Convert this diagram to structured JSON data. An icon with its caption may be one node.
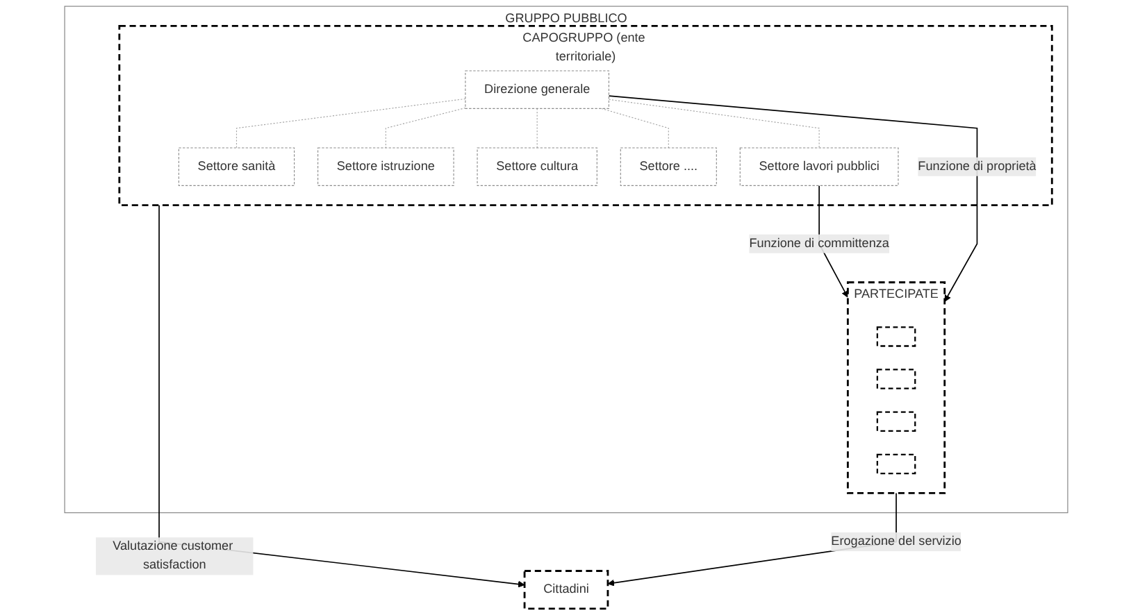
{
  "diagram": {
    "nodes": [
      {
        "text": [
          "GRUPPO PUBBLICO"
        ]
      },
      {
        "text": [
          "CAPOGRUPPO (ente territoriale)"
        ],
        "in": 0
      },
      {
        "text": [
          "Direzione generale"
        ],
        "in": 1
      },
      {
        "text": [
          "Settore lavori pubblici"
        ],
        "in": 1
      },
      {
        "text": [
          "Settore sanità"
        ],
        "in": 1
      },
      {
        "text": [
          "Settore istruzione"
        ],
        "in": 1
      },
      {
        "text": [
          "Settore cultura"
        ],
        "in": 1
      },
      {
        "text": [
          "Settore ...."
        ],
        "in": 1
      },
      {
        "text": [
          "PARTECIPATE"
        ],
        "in": 0
      },
      {
        "text": [],
        "shape": "box",
        "in": 8
      },
      {
        "text": [],
        "shape": "box",
        "in": 8
      },
      {
        "text": [],
        "shape": "box",
        "in": 8
      },
      {
        "text": [],
        "shape": "box",
        "in": 8
      },
      {
        "text": [
          "Cittadini"
        ]
      }
    ],
    "edges": [
      {
        "from": 2,
        "to": 3,
        "arrow": "none",
        "style": "dashed"
      },
      {
        "from": 2,
        "to": 4,
        "arrow": "none",
        "style": "dashed"
      },
      {
        "from": 2,
        "to": 5,
        "arrow": "none",
        "style": "dashed"
      },
      {
        "from": 2,
        "to": 6,
        "arrow": "none",
        "style": "dashed"
      },
      {
        "from": 2,
        "to": 7,
        "arrow": "none",
        "style": "dashed"
      },
      {
        "from": 3,
        "to": 8,
        "arrow": "to",
        "label": "Funzione di committenza",
        "color": "#000000"
      },
      {
        "from": 2,
        "to": 8,
        "arrow": "to",
        "label": "Funzione di proprietà",
        "color": "#000000"
      },
      {
        "from": 1,
        "to": 13,
        "arrow": "to",
        "label": "Valutazione customer satisfaction",
        "color": "#000000"
      },
      {
        "from": 8,
        "to": 13,
        "arrow": "to",
        "label": "Erogazione del servizio",
        "color": "#000000"
      }
    ]
  }
}
